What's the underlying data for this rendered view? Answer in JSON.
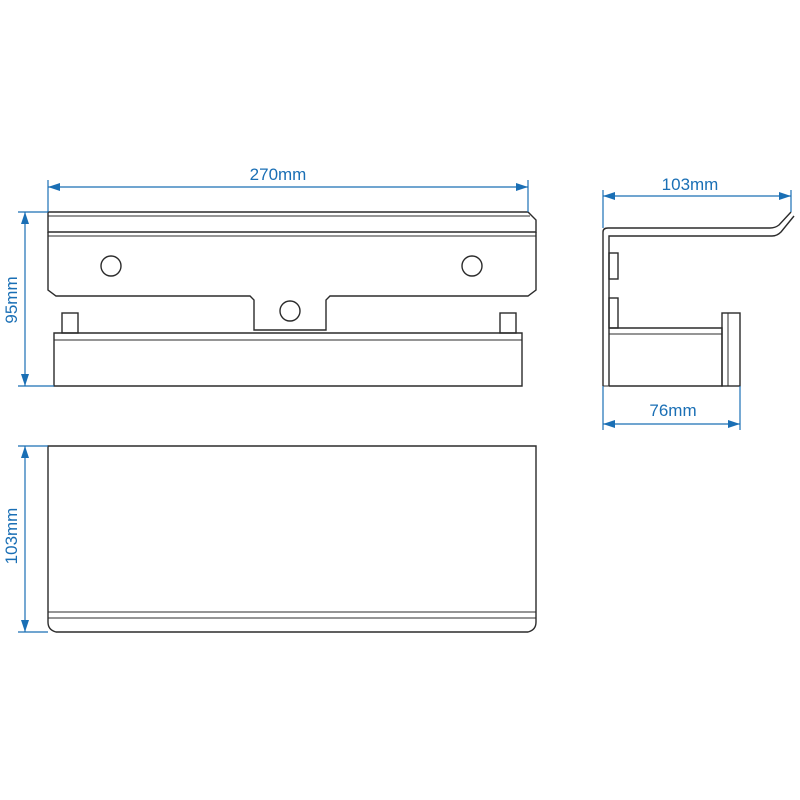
{
  "dimensions": {
    "front_width": "270mm",
    "front_height": "95mm",
    "side_depth_top": "103mm",
    "side_depth_bottom": "76mm",
    "plan_depth": "103mm"
  },
  "colors": {
    "dimension": "#1a6fb5",
    "outline": "#2b2b2b"
  }
}
